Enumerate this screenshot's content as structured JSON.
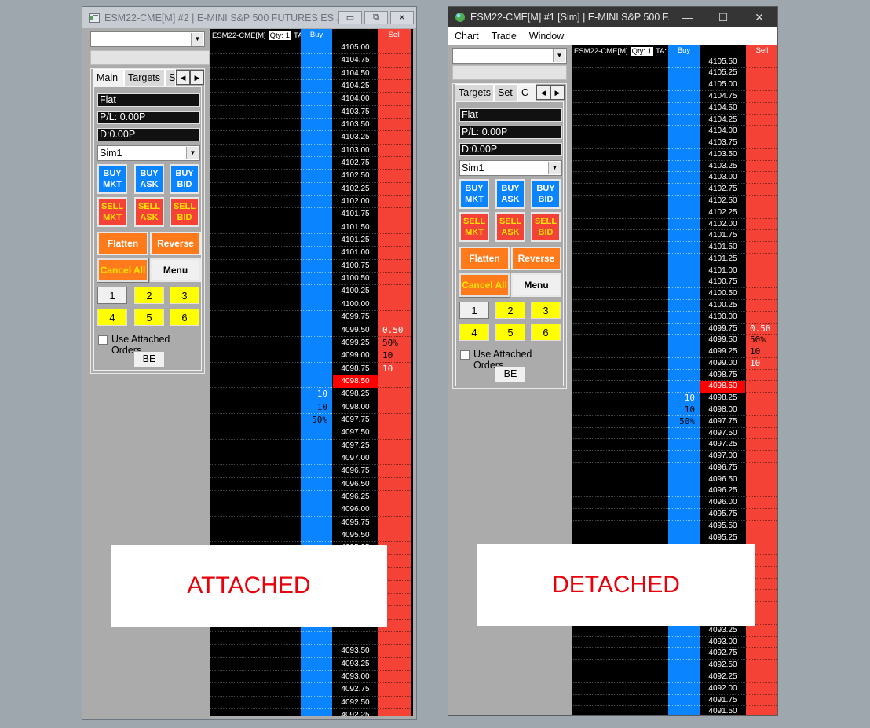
{
  "windows": [
    {
      "id": "A",
      "title": "ESM22-CME[M]  #2 | E-MINI S&P 500 FUTURES ES Ju...",
      "symbol_header": "ESM22-CME[M]",
      "qty_label": "Qty: 1",
      "ta_label": "TA",
      "buy_col_label": "Buy",
      "sell_col_label": "Sell",
      "tabs": [
        "Main",
        "Targets",
        "S"
      ],
      "position": "Flat",
      "pl": "P/L: 0.00P",
      "daily": "D:0.00P",
      "account": "Sim1",
      "buy_buttons": [
        "BUY\nMKT",
        "BUY\nASK",
        "BUY\nBID"
      ],
      "sell_buttons": [
        "SELL\nMKT",
        "SELL\nASK",
        "SELL\nBID"
      ],
      "flatten": "Flatten",
      "reverse": "Reverse",
      "cancel_all": "Cancel All",
      "menu": "Menu",
      "numbers": [
        "1",
        "2",
        "3",
        "4",
        "5",
        "6"
      ],
      "use_attached": "Use Attached Orders",
      "be": "BE",
      "prices": [
        "4105.00",
        "4104.75",
        "4104.50",
        "4104.25",
        "4104.00",
        "4103.75",
        "4103.50",
        "4103.25",
        "4103.00",
        "4102.75",
        "4102.50",
        "4102.25",
        "4102.00",
        "4101.75",
        "4101.50",
        "4101.25",
        "4101.00",
        "4100.75",
        "4100.50",
        "4100.25",
        "4100.00",
        "4099.75",
        "4099.50",
        "4099.25",
        "4099.00",
        "4098.75",
        "4098.50",
        "4098.25",
        "4098.00",
        "4097.75",
        "4097.50",
        "4097.25",
        "4097.00",
        "4096.75",
        "4096.50",
        "4096.25",
        "4096.00",
        "4095.75",
        "4095.50",
        "4095.25",
        "",
        "",
        "",
        "",
        "",
        "",
        "",
        "4093.50",
        "4093.25",
        "4093.00",
        "4092.75",
        "4092.50",
        "4092.25",
        "4092.00"
      ],
      "last_index": 26,
      "ask_depth": [
        {
          "i": 22,
          "text": "0.50",
          "color": "#ffffff"
        },
        {
          "i": 23,
          "text": "50%",
          "color": "#000000"
        },
        {
          "i": 24,
          "text": "10",
          "color": "#000000"
        },
        {
          "i": 25,
          "text": "10",
          "color": "#ffffff"
        }
      ],
      "bid_depth": [
        {
          "i": 27,
          "text": "10",
          "color": "#ffffff"
        },
        {
          "i": 28,
          "text": "10",
          "color": "#000000"
        },
        {
          "i": 29,
          "text": "50%",
          "color": "#000000"
        }
      ],
      "overlay_label": "ATTACHED"
    },
    {
      "id": "B",
      "title": "ESM22-CME[M]  #1 [Sim]  | E-MINI S&P 500 F...",
      "menubar": [
        "Chart",
        "Trade",
        "Window"
      ],
      "symbol_header": "ESM22-CME[M]",
      "qty_label": "Qty: 1",
      "ta_label": "TA:",
      "buy_col_label": "Buy",
      "sell_col_label": "Sell",
      "tabs": [
        "Targets",
        "Set",
        "C"
      ],
      "position": "Flat",
      "pl": "P/L: 0.00P",
      "daily": "D:0.00P",
      "account": "Sim1",
      "buy_buttons": [
        "BUY\nMKT",
        "BUY\nASK",
        "BUY\nBID"
      ],
      "sell_buttons": [
        "SELL\nMKT",
        "SELL\nASK",
        "SELL\nBID"
      ],
      "flatten": "Flatten",
      "reverse": "Reverse",
      "cancel_all": "Cancel All",
      "menu": "Menu",
      "numbers": [
        "1",
        "2",
        "3",
        "4",
        "5",
        "6"
      ],
      "use_attached": "Use Attached Orders",
      "be": "BE",
      "prices": [
        "4105.50",
        "4105.25",
        "4105.00",
        "4104.75",
        "4104.50",
        "4104.25",
        "4104.00",
        "4103.75",
        "4103.50",
        "4103.25",
        "4103.00",
        "4102.75",
        "4102.50",
        "4102.25",
        "4102.00",
        "4101.75",
        "4101.50",
        "4101.25",
        "4101.00",
        "4100.75",
        "4100.50",
        "4100.25",
        "4100.00",
        "4099.75",
        "4099.50",
        "4099.25",
        "4099.00",
        "4098.75",
        "4098.50",
        "4098.25",
        "4098.00",
        "4097.75",
        "4097.50",
        "4097.25",
        "4097.00",
        "4096.75",
        "4096.50",
        "4096.25",
        "4096.00",
        "4095.75",
        "4095.50",
        "4095.25",
        "",
        "",
        "",
        "",
        "",
        "",
        "",
        "4093.25",
        "4093.00",
        "4092.75",
        "4092.50",
        "4092.25",
        "4092.00",
        "4091.75",
        "4091.50"
      ],
      "last_index": 28,
      "ask_depth": [
        {
          "i": 23,
          "text": "0.50",
          "color": "#ffffff"
        },
        {
          "i": 24,
          "text": "50%",
          "color": "#000000"
        },
        {
          "i": 25,
          "text": "10",
          "color": "#000000"
        },
        {
          "i": 26,
          "text": "10",
          "color": "#ffffff"
        }
      ],
      "bid_depth": [
        {
          "i": 29,
          "text": "10",
          "color": "#ffffff"
        },
        {
          "i": 30,
          "text": "10",
          "color": "#000000"
        },
        {
          "i": 31,
          "text": "50%",
          "color": "#000000"
        }
      ],
      "overlay_label": "DETACHED"
    }
  ],
  "colors": {
    "buy": "#0a84ff",
    "sell": "#f44336",
    "last_price": "#ff0000",
    "overlay_text": "#e8000b"
  }
}
